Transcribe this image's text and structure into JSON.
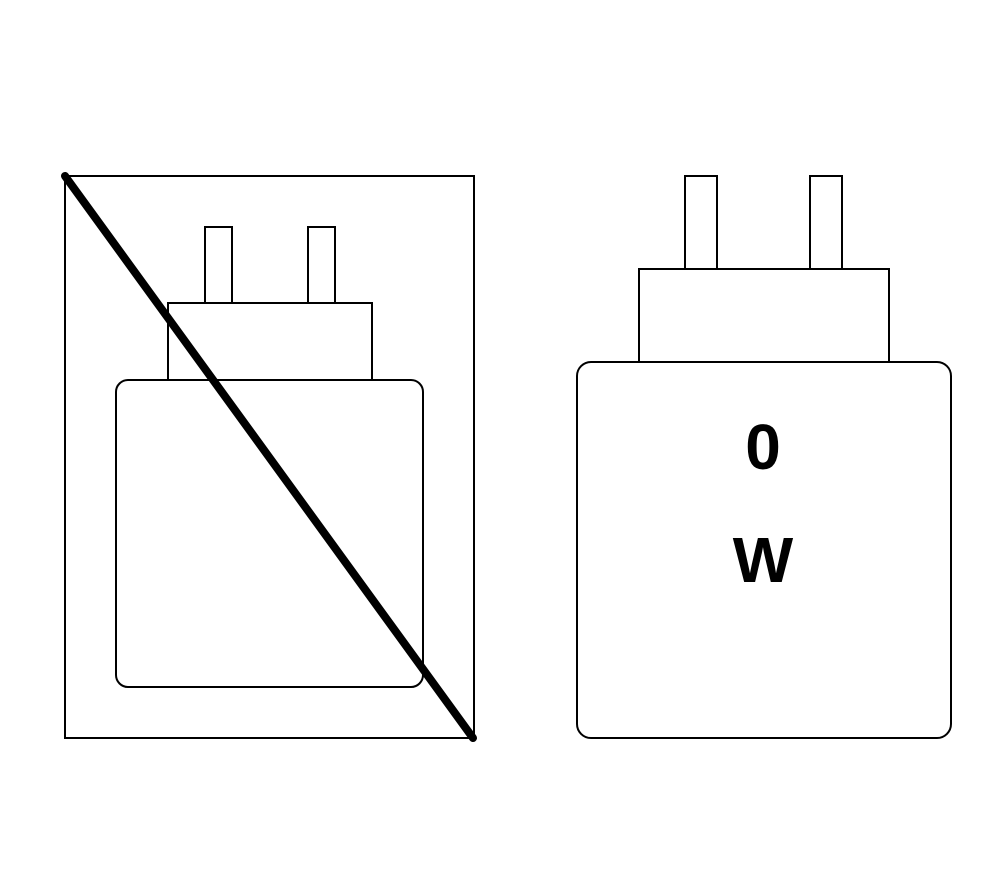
{
  "colors": {
    "background": "#ffffff",
    "stroke": "#000000"
  },
  "left_figure": {
    "name": "charger-not-included",
    "icon": "crossed-out-charger-icon"
  },
  "right_figure": {
    "name": "charger-power-rating",
    "icon": "charger-icon",
    "wattage_value": "0",
    "wattage_unit": "W"
  }
}
